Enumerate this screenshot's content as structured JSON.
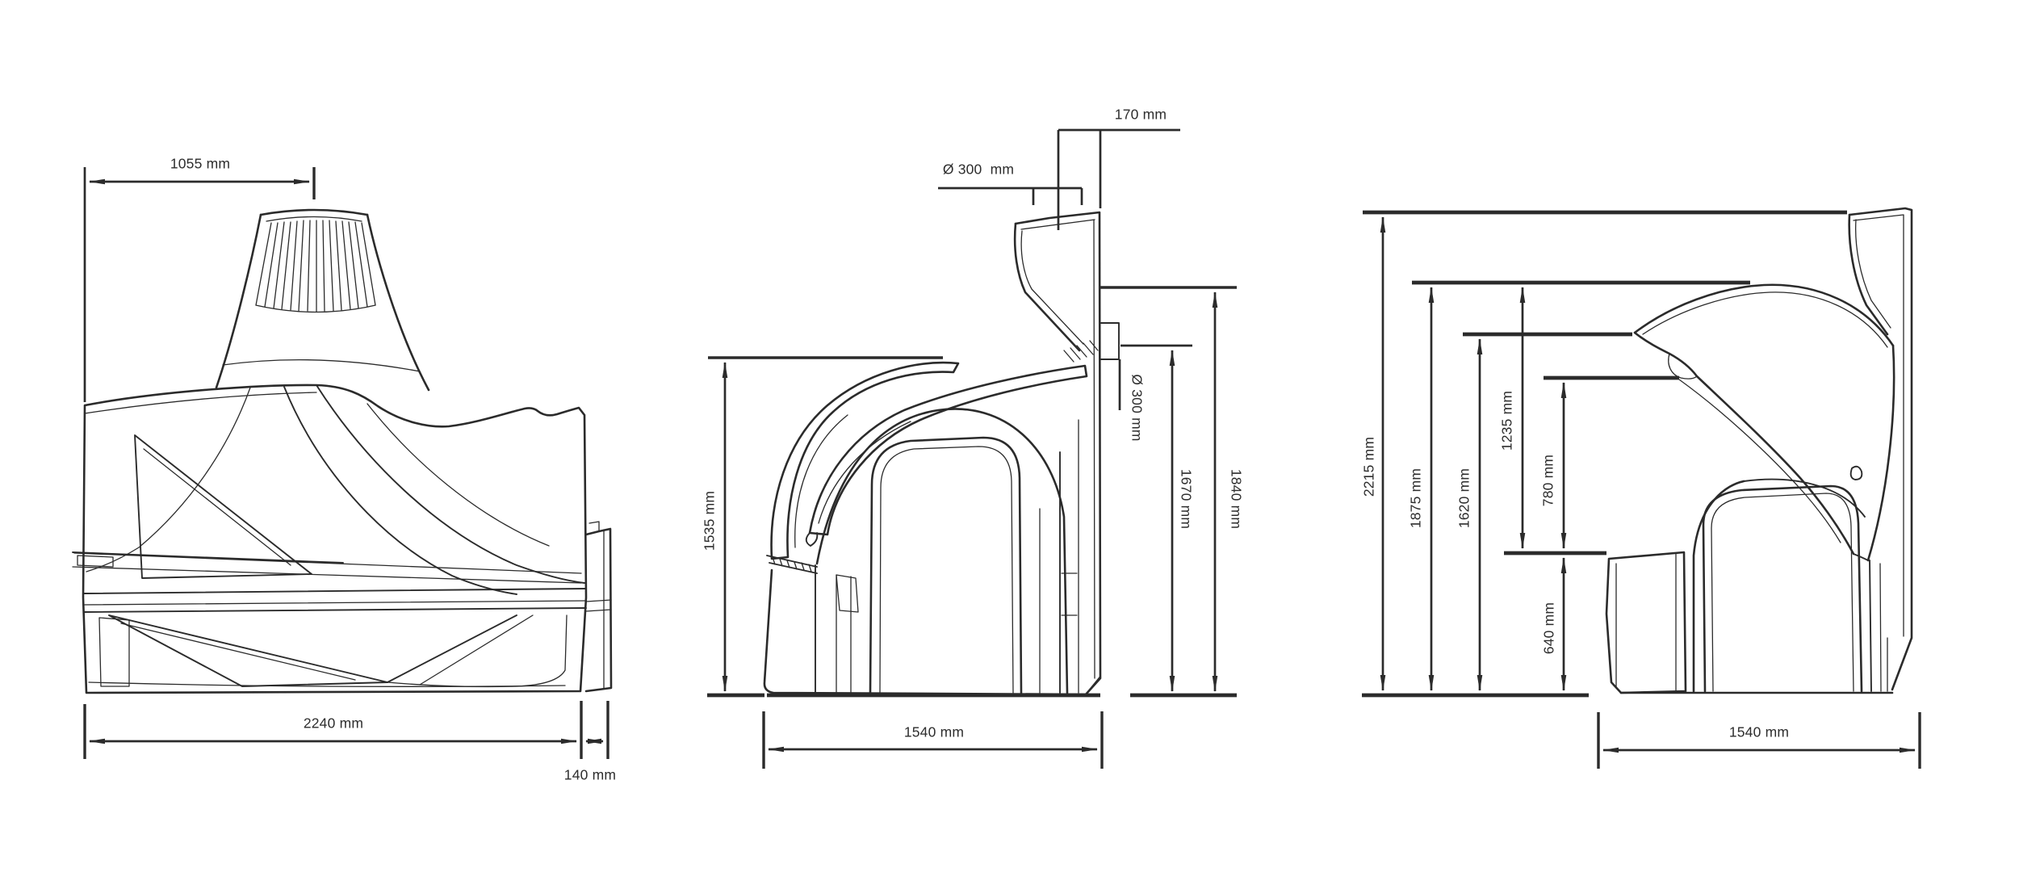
{
  "figure": {
    "description": "Technical dimension drawing of a sunbed (solarium) in three orthographic views",
    "background": "#ffffff",
    "line_color": "#2b2b2b",
    "text_color": "#2d2d2d",
    "units": "mm"
  },
  "views": {
    "side": {
      "label": "side-view",
      "dims": {
        "d1055": "1055 mm",
        "d2240": "2240 mm",
        "d140": "140 mm"
      }
    },
    "end_open": {
      "label": "end-view-canopy-open",
      "dims": {
        "d170": "170 mm",
        "d300top": "Ø 300  mm",
        "d300side": "Ø 300 mm",
        "d1670": "1670 mm",
        "d1840": "1840 mm",
        "d1535": "1535 mm",
        "d1540": "1540 mm"
      }
    },
    "end_closed": {
      "label": "end-view-canopy-closed",
      "dims": {
        "d2215": "2215 mm",
        "d1875": "1875 mm",
        "d1620": "1620 mm",
        "d1235": "1235 mm",
        "d780": "780 mm",
        "d640": "640 mm",
        "d1540": "1540 mm"
      }
    }
  }
}
